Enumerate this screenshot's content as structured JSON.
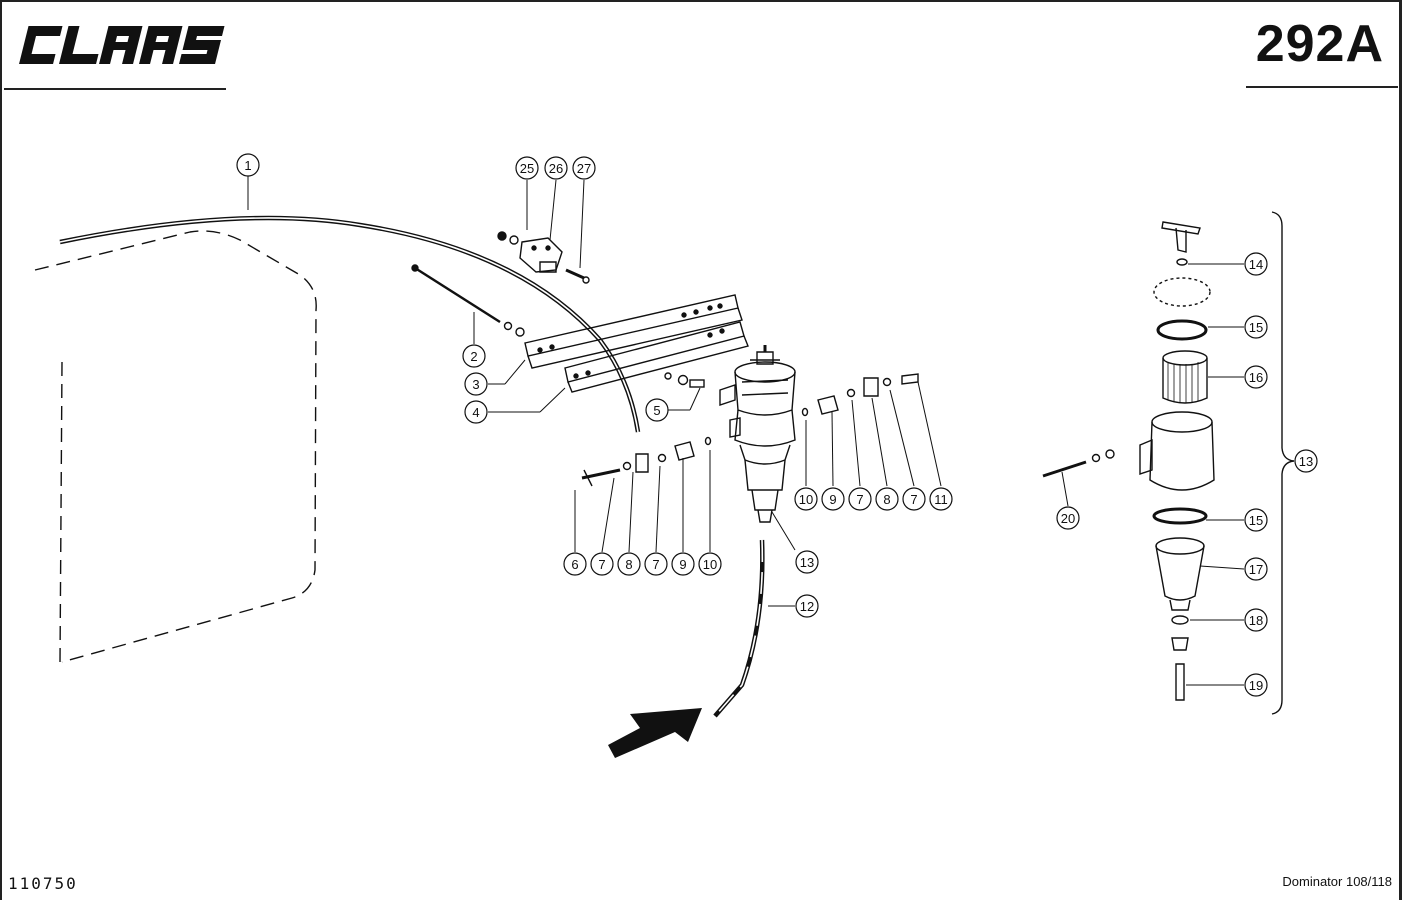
{
  "header": {
    "brand": "CLAAS",
    "page_number": "292A"
  },
  "footer": {
    "document_id": "110750",
    "model": "Dominator 108/118"
  },
  "callouts": [
    "1",
    "2",
    "3",
    "4",
    "5",
    "6",
    "7",
    "8",
    "7",
    "9",
    "10",
    "10",
    "9",
    "7",
    "8",
    "7",
    "11",
    "12",
    "13",
    "25",
    "26",
    "27",
    "14",
    "15",
    "16",
    "13",
    "20",
    "15",
    "17",
    "18",
    "19"
  ],
  "colors": {
    "ink": "#111111",
    "paper": "#ffffff"
  }
}
